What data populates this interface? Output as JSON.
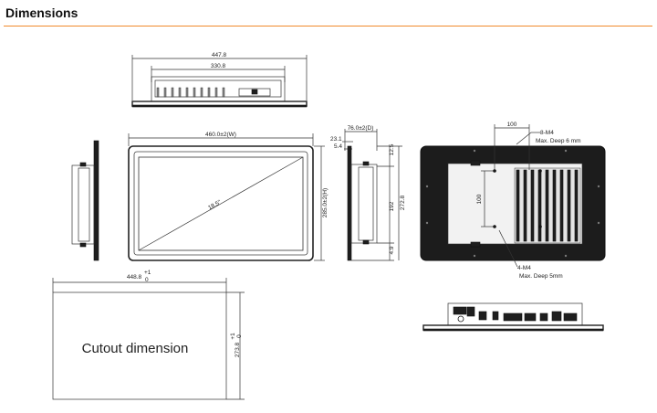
{
  "header": {
    "title": "Dimensions",
    "accent_color": "#f08a2b"
  },
  "top_view": {
    "dim_outer": "447.8",
    "dim_inner": "330.8"
  },
  "front_view": {
    "dim_width": "460.0±2(W)",
    "dim_height": "285.0±2(H)",
    "diagonal": "18.5\""
  },
  "side_view": {
    "dim_depth": "76.0±2(D)",
    "dim_23_1": "23.1",
    "dim_5_4": "5.4",
    "dim_12_5": "12.5",
    "dim_192": "192",
    "dim_272_8": "272.8",
    "dim_4_9": "4.9"
  },
  "rear_view": {
    "dim_100_h": "100",
    "dim_100_v": "100",
    "screw_top": "8-M4",
    "screw_top_note": "Max. Deep 6 mm",
    "screw_bottom": "4-M4",
    "screw_bottom_note": "Max. Deep 5mm"
  },
  "cutout": {
    "label": "Cutout dimension",
    "width": "448.8",
    "width_tol_plus": "+1",
    "width_tol_zero": "0",
    "height": "273.8",
    "height_tol_plus": "+1",
    "height_tol_zero": "0"
  }
}
